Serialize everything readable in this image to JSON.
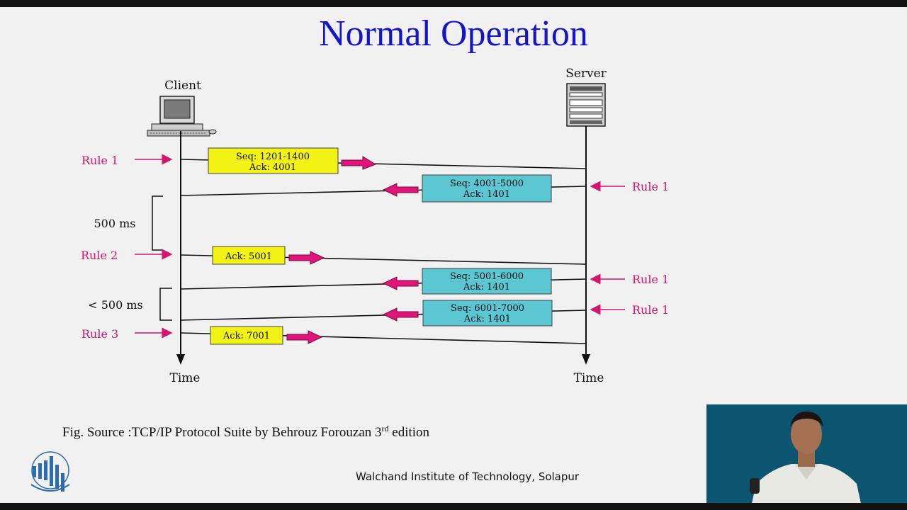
{
  "slide": {
    "title": "Normal Operation",
    "caption": {
      "prefix": "Fig. Source :TCP/IP Protocol Suite by  Behrouz  Forouzan  3",
      "superscript": "rd",
      "suffix": " edition"
    },
    "institute": "Walchand Institute of Technology, Solapur"
  },
  "diagram": {
    "client_label": "Client",
    "server_label": "Server",
    "time_client": "Time",
    "time_server": "Time",
    "interval_1": "500 ms",
    "interval_2": "< 500 ms",
    "left_rules": [
      "Rule 1",
      "Rule 2",
      "Rule 3"
    ],
    "right_rules": [
      "Rule 1",
      "Rule 1",
      "Rule 1"
    ],
    "segments": [
      {
        "direction": "client-to-server",
        "line1": "Seq: 1201-1400",
        "line2": "Ack: 4001",
        "color": "yellow"
      },
      {
        "direction": "server-to-client",
        "line1": "Seq: 4001-5000",
        "line2": "Ack: 1401",
        "color": "cyan"
      },
      {
        "direction": "client-to-server",
        "line1": "Ack: 5001",
        "color": "yellow"
      },
      {
        "direction": "server-to-client",
        "line1": "Seq: 5001-6000",
        "line2": "Ack: 1401",
        "color": "cyan"
      },
      {
        "direction": "server-to-client",
        "line1": "Seq: 6001-7000",
        "line2": "Ack: 1401",
        "color": "cyan"
      },
      {
        "direction": "client-to-server",
        "line1": "Ack: 7001",
        "color": "yellow"
      }
    ]
  },
  "colors": {
    "title": "#1414c8",
    "rule": "#d4146e",
    "arrow_fill": "#e0147a",
    "yellow_box": "#f2f214",
    "cyan_box": "#5cc6d2"
  }
}
